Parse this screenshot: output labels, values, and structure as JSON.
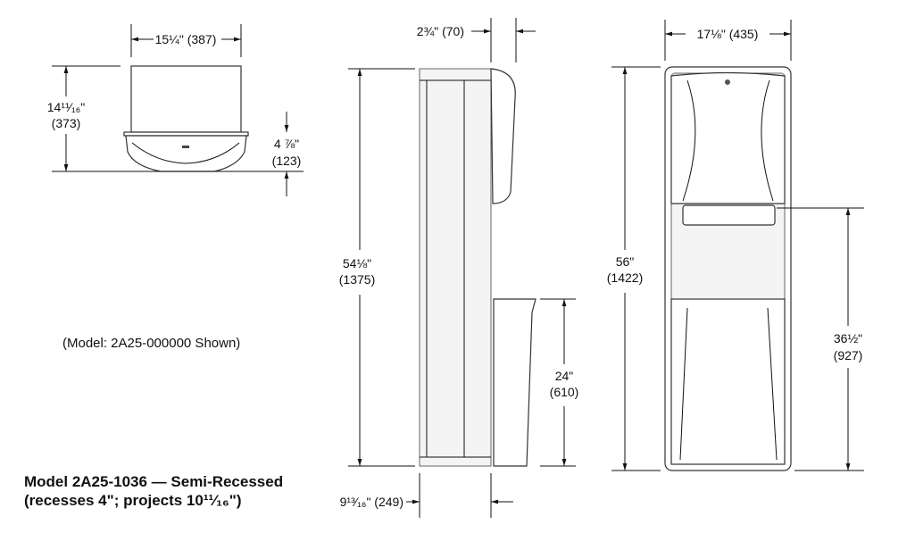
{
  "top_view": {
    "width_label": "15¼\" (387)",
    "height_label_in": "14¹¹⁄₁₆\"",
    "height_label_mm": "(373)",
    "depth_label_in": "4 ⅞\"",
    "depth_label_mm": "(123)"
  },
  "model_shown": "(Model: 2A25-000000 Shown)",
  "side_view": {
    "projection_label": "2¾\" (70)",
    "height_label_in": "54⅛\"",
    "height_label_mm": "(1375)",
    "bin_label_in": "24\"",
    "bin_label_mm": "(610)",
    "depth_label": "9¹³⁄₁₆\" (249)"
  },
  "front_view": {
    "width_label": "17⅛\" (435)",
    "height_label_in": "56\"",
    "height_label_mm": "(1422)",
    "tray_label_in": "36½\"",
    "tray_label_mm": "(927)"
  },
  "title": {
    "line1": "Model 2A25-1036 — Semi-Recessed",
    "line2": "(recesses 4\"; projects 10¹¹⁄₁₆\")"
  }
}
